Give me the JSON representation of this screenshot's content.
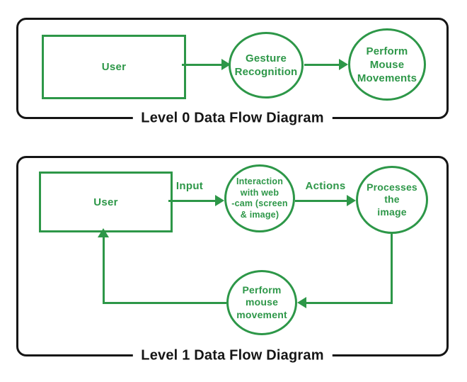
{
  "colors": {
    "green": "#2d9748",
    "ink": "#151515",
    "background": "#ffffff"
  },
  "level0": {
    "title": "Level 0 Data Flow Diagram",
    "user_label": "User",
    "gesture_node": "Gesture\nRecognition",
    "perform_node": "Perform\nMouse\nMovements"
  },
  "level1": {
    "title": "Level 1 Data Flow Diagram",
    "user_label": "User",
    "input_label": "Input",
    "interaction_node": "Interaction\nwith web\n-cam (screen\n& image)",
    "actions_label": "Actions",
    "processes_node": "Processes\nthe\nimage",
    "perform_node": "Perform\nmouse\nmovement"
  }
}
